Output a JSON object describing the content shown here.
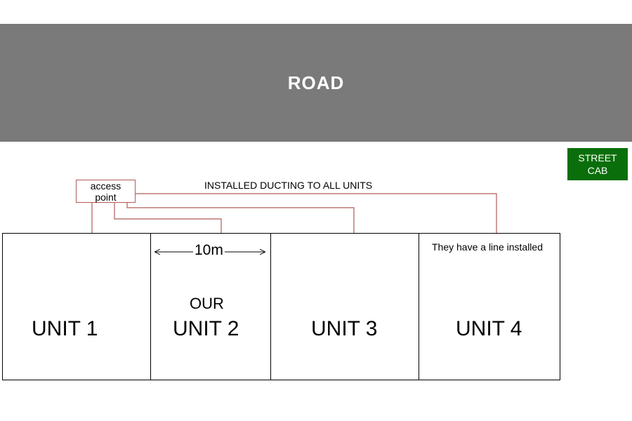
{
  "road": {
    "label": "ROAD",
    "color": "#7a7a7a"
  },
  "street_cab": {
    "label_line1": "STREET",
    "label_line2": "CAB",
    "color": "#0a6e0a"
  },
  "access_point": {
    "label_line1": "access",
    "label_line2": "point",
    "line_color": "#b15b5b"
  },
  "ducting_label": "INSTALLED DUCTING TO ALL UNITS",
  "units": [
    {
      "label": "UNIT 1"
    },
    {
      "label": "UNIT 2",
      "prefix": "OUR",
      "dimension": "10m"
    },
    {
      "label": "UNIT 3"
    },
    {
      "label": "UNIT 4",
      "note": "They have a line installed"
    }
  ]
}
